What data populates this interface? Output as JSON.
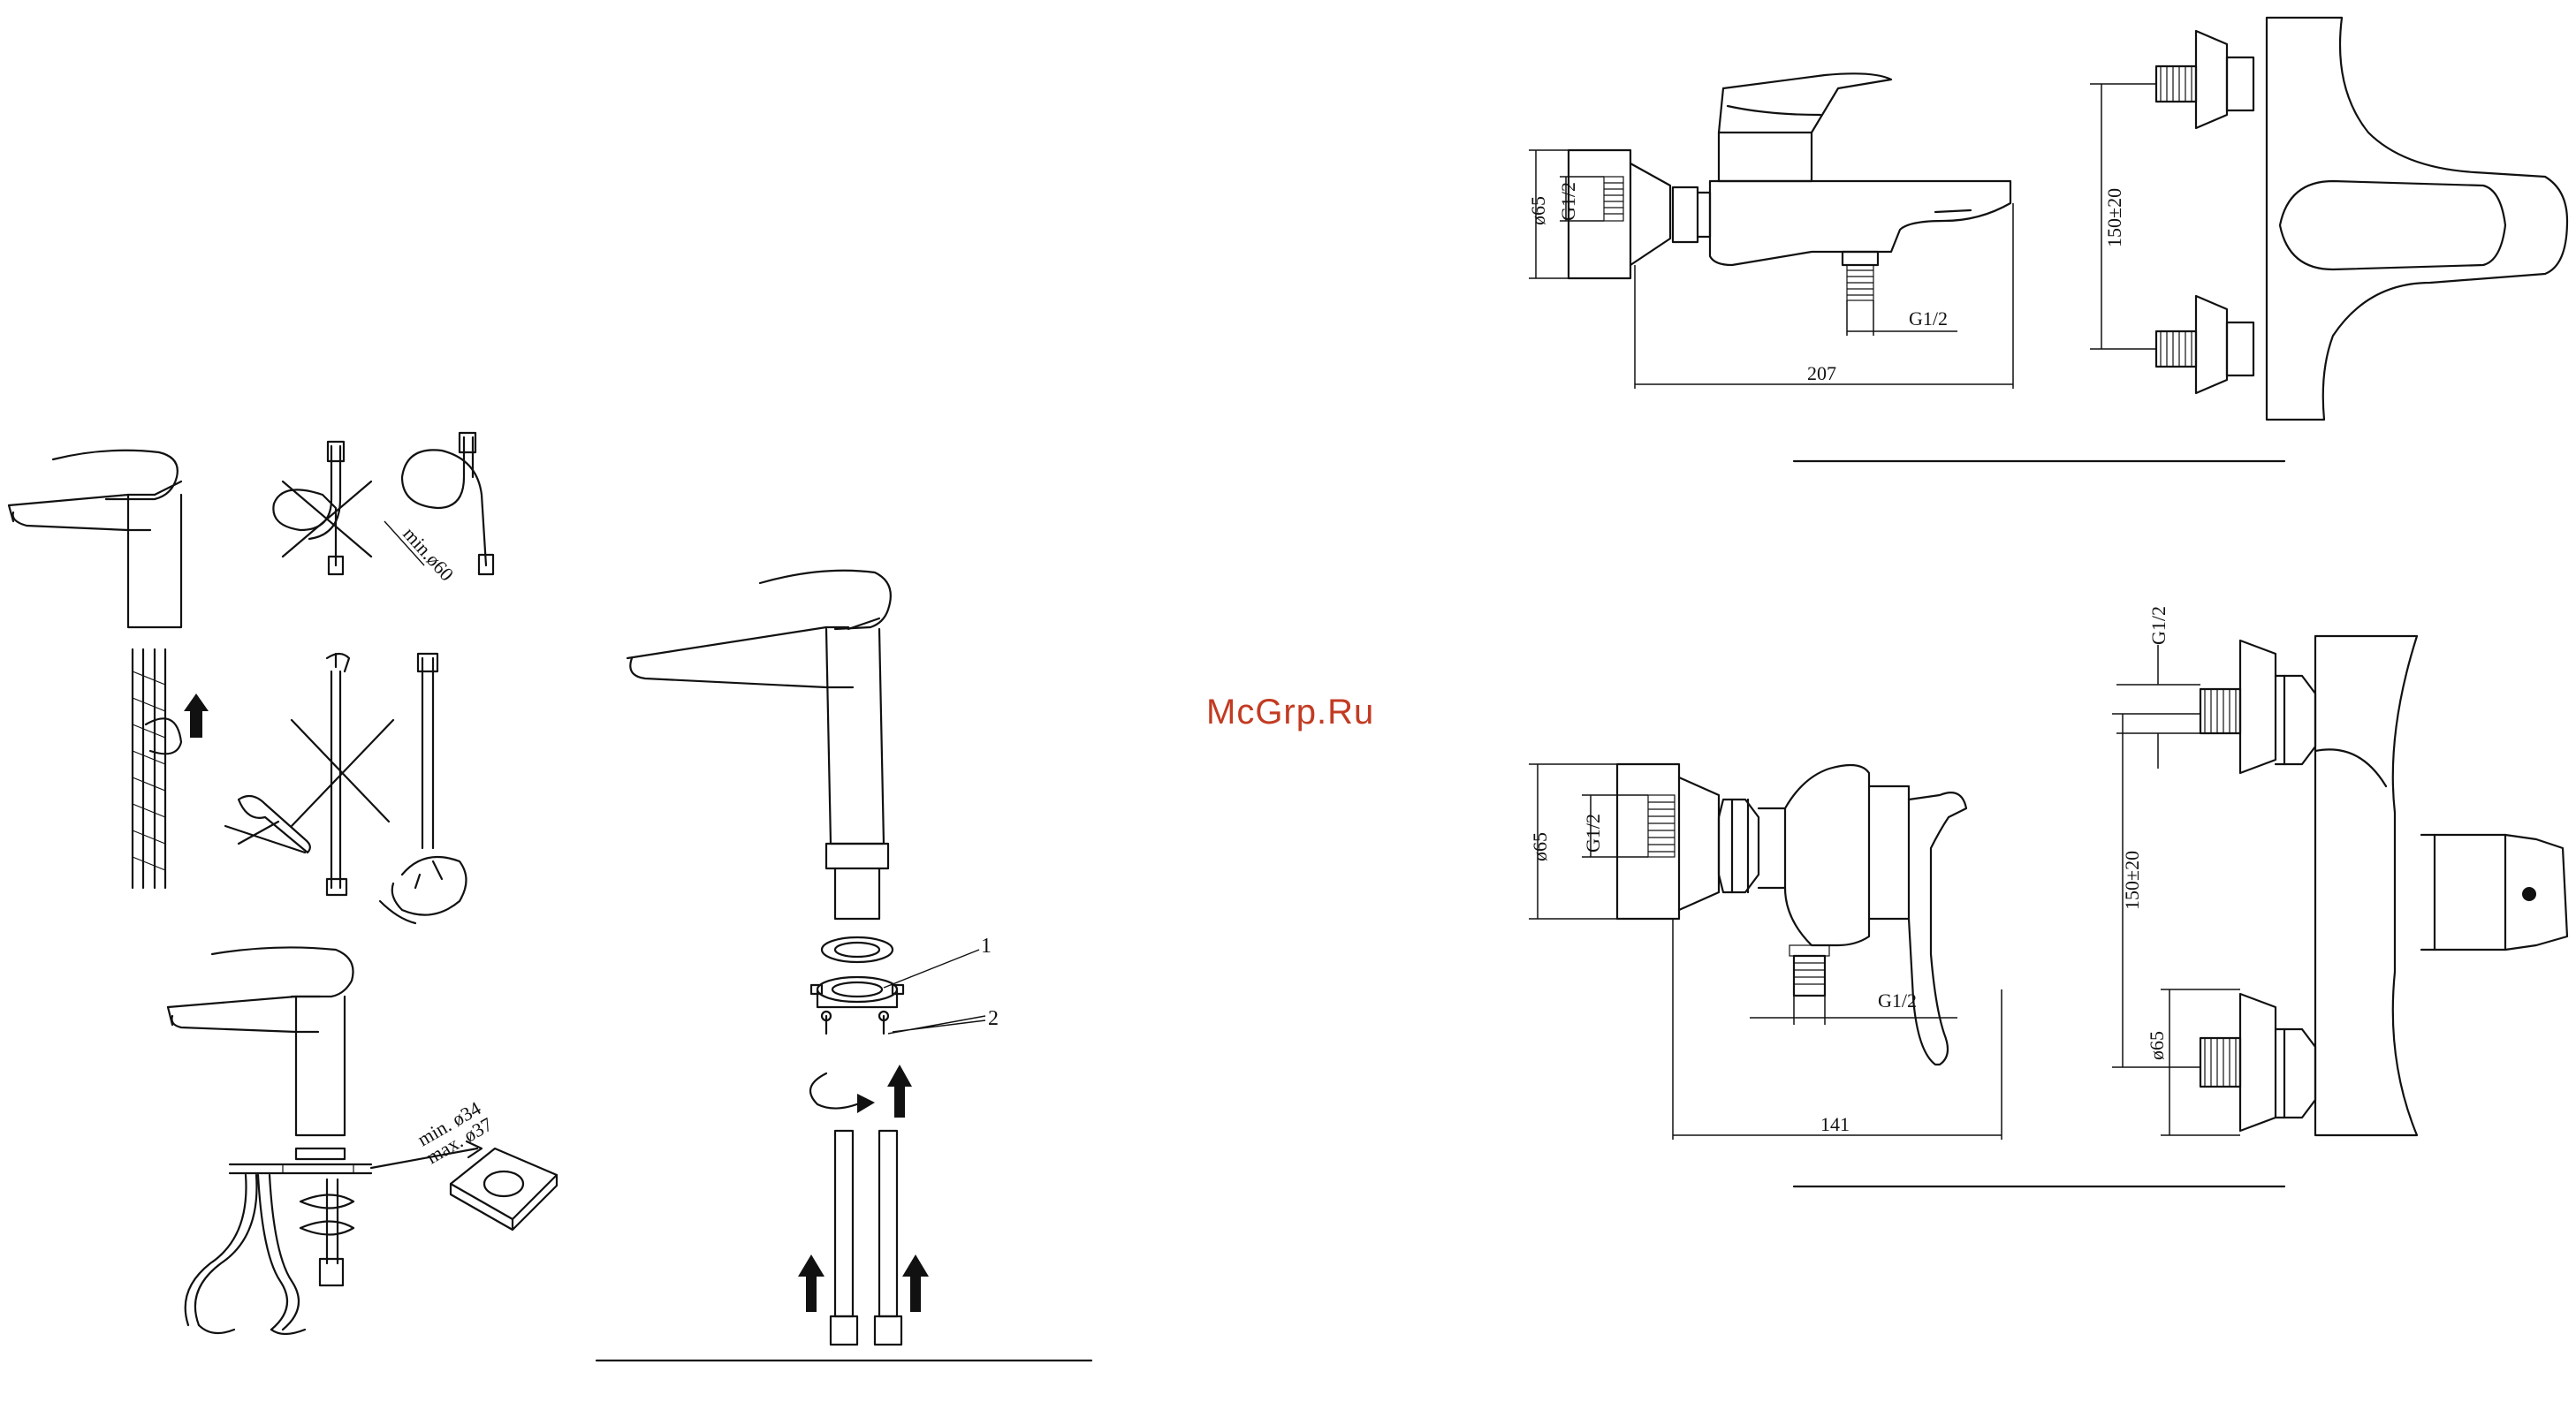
{
  "watermark": "McGrp.Ru",
  "install_diagram": {
    "callouts": [
      "1",
      "2"
    ],
    "hose_min_radius": "min.ø60",
    "hole_size": {
      "min": "min. ø34",
      "max": "max. ø37"
    }
  },
  "bath_mixer_drawing": {
    "dims": {
      "diameter": "ø65",
      "thread_inlet": "G1/2",
      "thread_outlet": "G1/2",
      "length": "207",
      "centers": "150±20"
    }
  },
  "shower_mixer_drawing": {
    "dims": {
      "diameter": "ø65",
      "thread_inlet": "G1/2",
      "thread_outlet": "G1/2",
      "length": "141",
      "centers": "150±20",
      "diameter_side": "ø65",
      "thread_side": "G1/2"
    }
  },
  "icons": [
    "wrench-icon",
    "arrow-up-icon",
    "rotate-arrow-icon",
    "hand-icon",
    "crossed-out-icon"
  ]
}
